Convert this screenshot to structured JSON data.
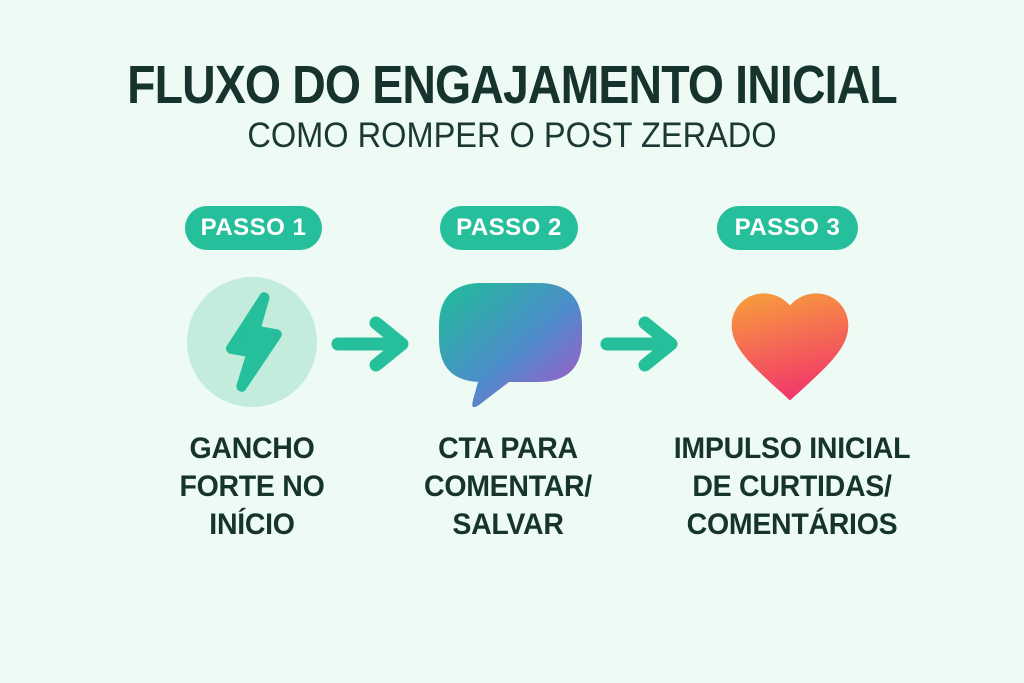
{
  "header": {
    "title": "FLUXO DO ENGAJAMENTO INICIAL",
    "subtitle": "COMO ROMPER O POST ZERADO"
  },
  "colors": {
    "background": "#EDFBF4",
    "accent_teal": "#26BF9C",
    "dark_text": "#17332E",
    "badge_text": "#FFFFFF",
    "bolt_circle_bg": "#C3ECDC",
    "bubble_gradient_start": "#1FBE96",
    "bubble_gradient_mid": "#4D8CCB",
    "bubble_gradient_end": "#B351C6",
    "heart_gradient_start": "#F79C3D",
    "heart_gradient_end": "#F2366B"
  },
  "steps": [
    {
      "badge": "PASSO 1",
      "icon": "lightning-bolt-icon",
      "label": "GANCHO\nFORTE NO\nINÍCIO"
    },
    {
      "badge": "PASSO 2",
      "icon": "speech-bubble-icon",
      "label": "CTA PARA\nCOMENTAR/\nSALVAR"
    },
    {
      "badge": "PASSO 3",
      "icon": "heart-icon",
      "label": "IMPULSO INICIAL\nDE CURTIDAS/\nCOMENTÁRIOS"
    }
  ]
}
